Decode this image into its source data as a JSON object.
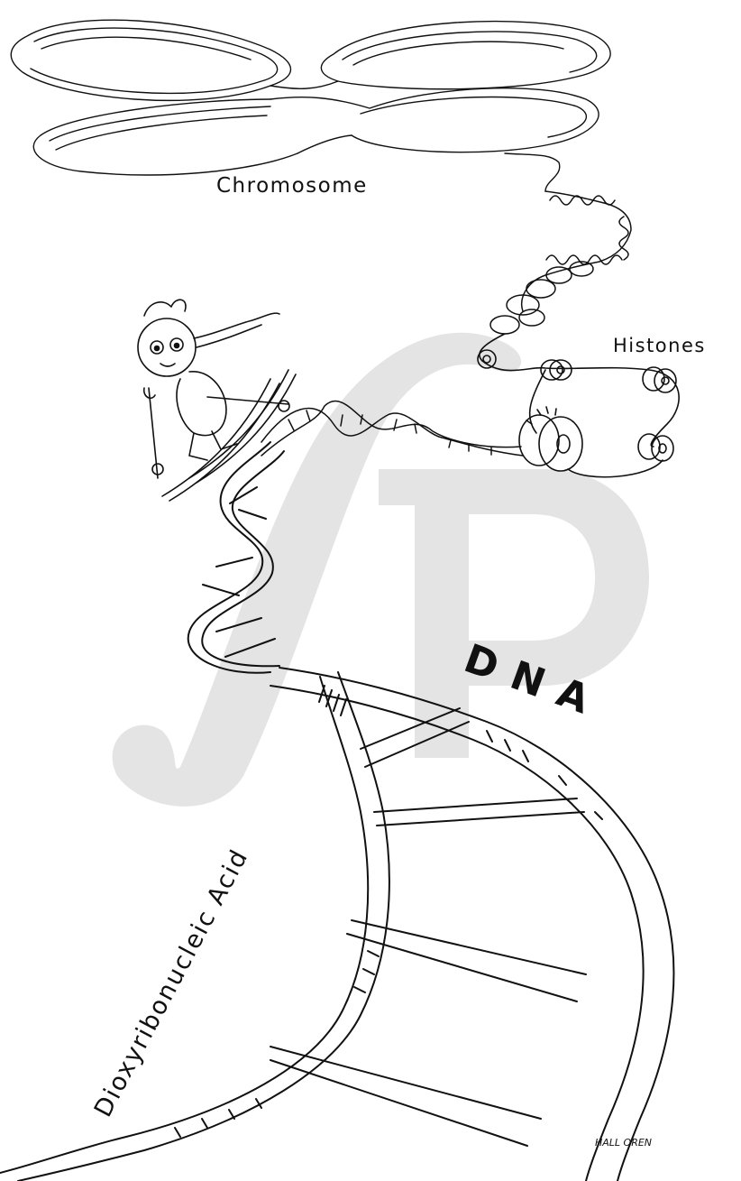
{
  "labels": {
    "chromosome": "Chromosome",
    "histones": "Histones",
    "dna": "DNA",
    "dna_full": "Dioxyribonucleic Acid"
  },
  "signature": "HALL OREN",
  "watermark": "fP",
  "colors": {
    "ink": "#111111",
    "paper": "#ffffff",
    "watermark": "#e4e4e4"
  }
}
